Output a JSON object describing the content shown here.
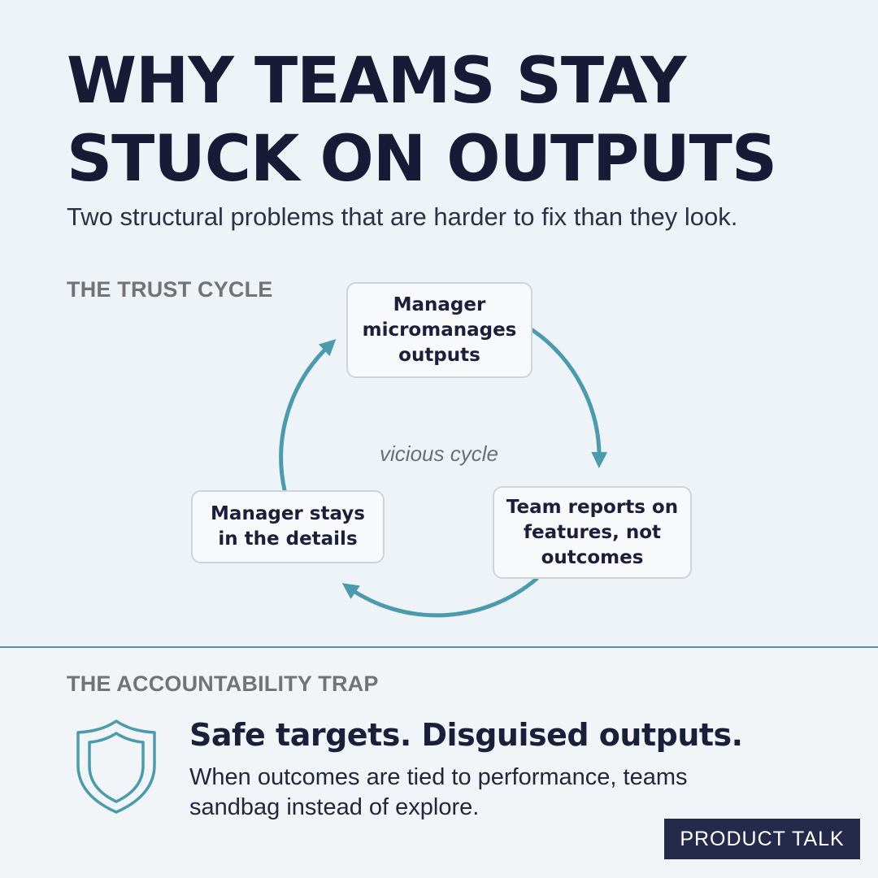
{
  "header": {
    "title_line1": "WHY TEAMS STAY",
    "title_line2": "STUCK ON OUTPUTS",
    "subtitle": "Two structural problems that are harder to fix than they look."
  },
  "trust_cycle": {
    "label": "THE TRUST CYCLE",
    "center_label": "vicious cycle",
    "nodes": [
      {
        "lines": [
          "Manager",
          "micromanages",
          "outputs"
        ]
      },
      {
        "lines": [
          "Team reports on",
          "features, not",
          "outcomes"
        ]
      },
      {
        "lines": [
          "Manager stays",
          "in the details"
        ]
      }
    ]
  },
  "accountability_trap": {
    "label": "THE ACCOUNTABILITY TRAP",
    "heading": "Safe targets. Disguised outputs.",
    "body_line1": "When outcomes are tied to performance, teams",
    "body_line2": "sandbag instead of explore.",
    "icon": "shield-icon"
  },
  "brand": {
    "label": "PRODUCT TALK"
  },
  "colors": {
    "background": "#eef3f7",
    "accent": "#4a9bac",
    "text": "#1c1f3a",
    "badge": "#262a4a"
  }
}
